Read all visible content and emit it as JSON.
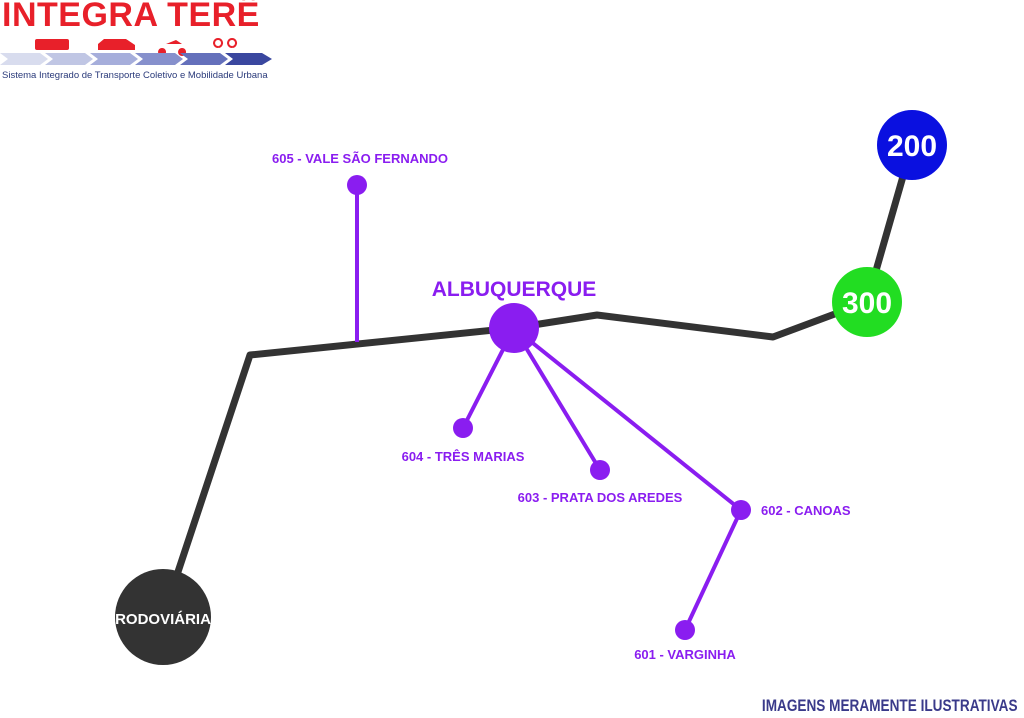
{
  "logo": {
    "title": "INTEGRA TERÊ",
    "subtitle": "Sistema Integrado de Transporte Coletivo e Mobilidade Urbana",
    "icons": [
      "bus-icon",
      "car-icon",
      "motorcycle-icon",
      "bicycle-icon"
    ]
  },
  "colors": {
    "trunk": "#333333",
    "branch": "#8a1df0",
    "line200": "#0a10e0",
    "line300": "#22dd22",
    "terminal": "#333333",
    "logo_red": "#e8202a"
  },
  "nodes": {
    "rodoviaria": "RODOVIÁRIA",
    "albuquerque": "ALBUQUERQUE",
    "line200": "200",
    "line300": "300"
  },
  "branches": {
    "b605": "605 - VALE SÃO FERNANDO",
    "b604": "604 - TRÊS MARIAS",
    "b603": "603 - PRATA DOS AREDES",
    "b602": "602 - CANOAS",
    "b601": "601 - VARGINHA"
  },
  "disclaimer": "IMAGENS MERAMENTE ILUSTRATIVAS"
}
